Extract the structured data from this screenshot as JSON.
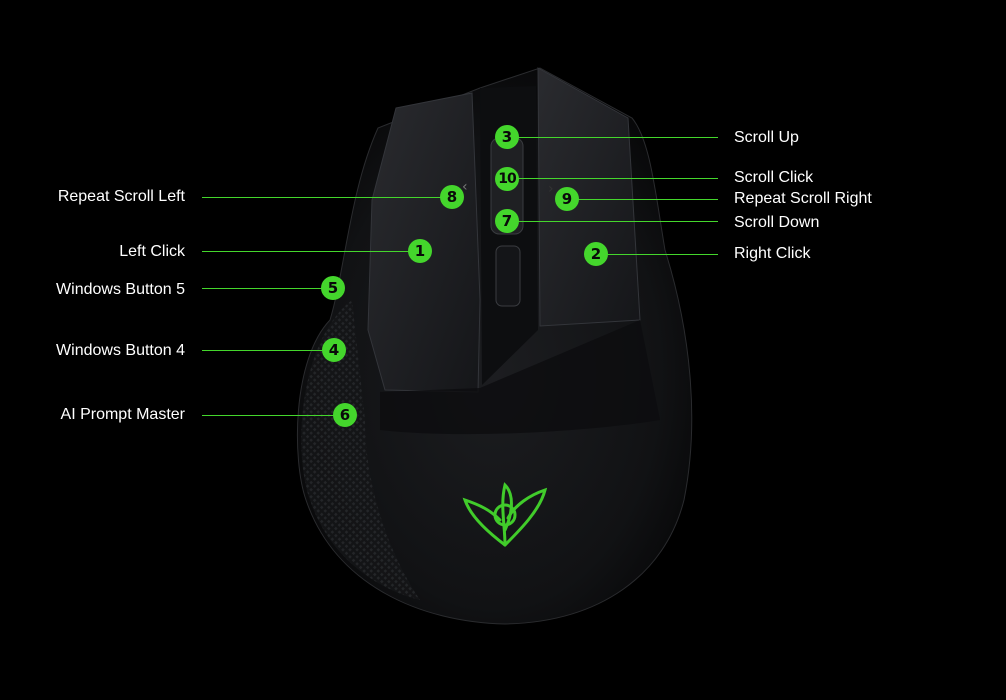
{
  "accent_color": "#44d62c",
  "callouts": [
    {
      "number": "1",
      "label": "Left Click",
      "side": "left"
    },
    {
      "number": "2",
      "label": "Right Click",
      "side": "right"
    },
    {
      "number": "3",
      "label": "Scroll Up",
      "side": "right"
    },
    {
      "number": "4",
      "label": "Windows Button 4",
      "side": "left"
    },
    {
      "number": "5",
      "label": "Windows Button 5",
      "side": "left"
    },
    {
      "number": "6",
      "label": "AI Prompt Master",
      "side": "left"
    },
    {
      "number": "7",
      "label": "Scroll Down",
      "side": "right"
    },
    {
      "number": "8",
      "label": "Repeat Scroll Left",
      "side": "left"
    },
    {
      "number": "9",
      "label": "Repeat Scroll Right",
      "side": "right"
    },
    {
      "number": "10",
      "label": "Scroll Click",
      "side": "right"
    }
  ],
  "logo": "razer-snake-logo"
}
